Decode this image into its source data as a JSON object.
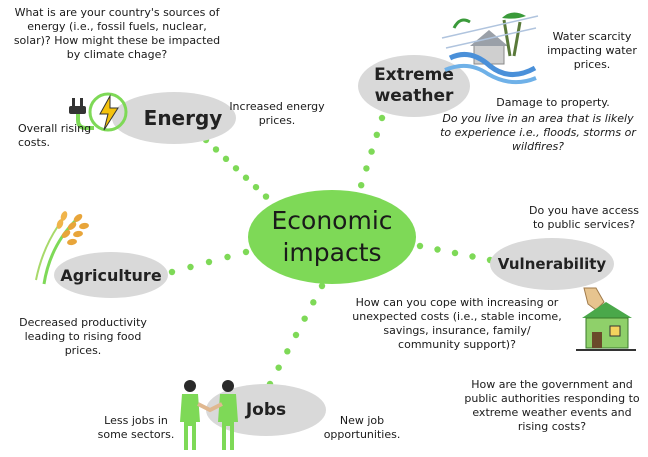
{
  "center": {
    "line1": "Economic",
    "line2": "impacts"
  },
  "nodes": {
    "energy": "Energy",
    "extreme_weather": {
      "line1": "Extreme",
      "line2": "weather"
    },
    "agriculture": "Agriculture",
    "vulnerability": "Vulnerability",
    "jobs": "Jobs"
  },
  "notes": {
    "energy_question": "What is are your country's sources of energy (i.e., fossil fuels, nuclear, solar)? How might these be impacted by climate chage?",
    "increased_energy_prices": "Increased energy prices.",
    "overall_rising_costs": "Overall rising costs.",
    "water_scarcity": "Water scarcity impacting water prices.",
    "damage_property": "Damage to property.",
    "weather_question": "Do you live in an area that is likely to experience i.e., floods, storms or wildfires?",
    "public_services": "Do you have access to public services?",
    "cope_question": "How can you cope with increasing or unexpected costs (i.e., stable income, savings, insurance, family/ community support)?",
    "government_question": "How are the government and public authorities responding to extreme weather events and rising costs?",
    "decreased_productivity": "Decreased productivity leading to rising food prices.",
    "less_jobs": "Less jobs in some sectors.",
    "new_jobs": "New job opportunities."
  },
  "colors": {
    "accent_green": "#7ed957",
    "dot_green": "#7ed957",
    "bubble_gray": "#d9d9d9",
    "wheat": "#e8a53a"
  },
  "icons": [
    "plug-lightning-icon",
    "storm-house-icon",
    "wheat-icon",
    "house-hand-icon",
    "handshake-people-icon"
  ]
}
